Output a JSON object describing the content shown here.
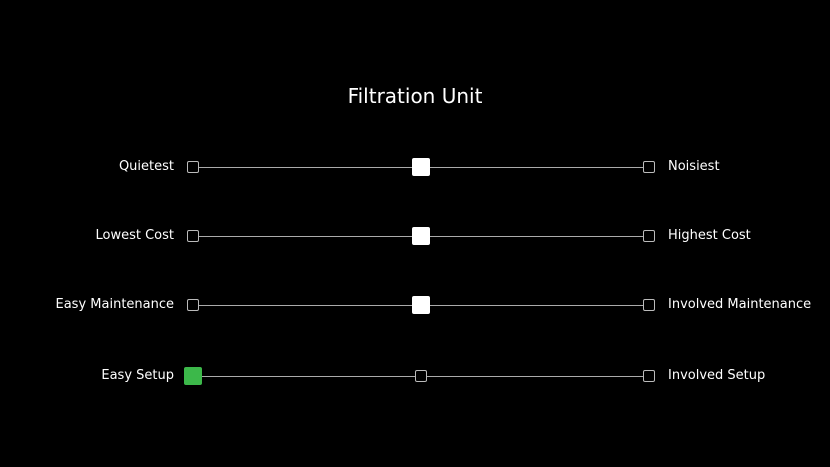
{
  "title": "Filtration Unit",
  "accent_color": "#3cb84a",
  "sliders": [
    {
      "left_label": "Quietest",
      "right_label": "Noisiest",
      "positions": 3,
      "selected_index": 1,
      "highlight": false
    },
    {
      "left_label": "Lowest Cost",
      "right_label": "Highest Cost",
      "positions": 3,
      "selected_index": 1,
      "highlight": false
    },
    {
      "left_label": "Easy Maintenance",
      "right_label": "Involved Maintenance",
      "positions": 3,
      "selected_index": 1,
      "highlight": false
    },
    {
      "left_label": "Easy Setup",
      "right_label": "Involved Setup",
      "positions": 3,
      "selected_index": 0,
      "highlight": true
    }
  ]
}
